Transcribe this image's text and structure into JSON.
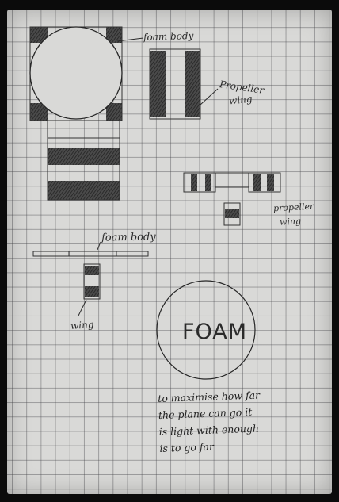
{
  "labels": {
    "foam_body_top": "foam body",
    "propeller_top": "Propeller",
    "wing_top": "wing",
    "propeller_side": "propeller",
    "wing_side": "wing",
    "foam_body_side": "foam body",
    "wing_bottom": "wing",
    "foam_circle": "FOAM"
  },
  "note": {
    "lines": [
      "to maximise how far",
      "the plane can go it",
      "is light with enough",
      "is to go far"
    ]
  },
  "colors": {
    "paper": "#d9d9d7",
    "ink": "#2a2a2a",
    "shade": "#3d3d3d",
    "background": "#0b0b0b"
  }
}
